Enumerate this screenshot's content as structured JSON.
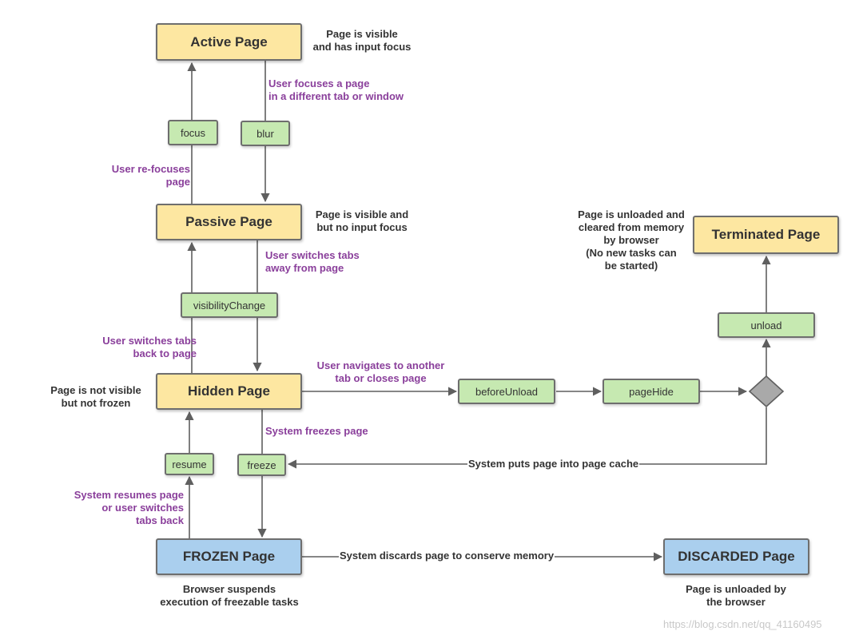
{
  "states": {
    "active": "Active Page",
    "passive": "Passive Page",
    "hidden": "Hidden Page",
    "frozen": "FROZEN Page",
    "discarded": "DISCARDED Page",
    "terminated": "Terminated Page"
  },
  "events": {
    "focus": "focus",
    "blur": "blur",
    "visibility_change": "visibilityChange",
    "resume": "resume",
    "freeze": "freeze",
    "before_unload": "beforeUnload",
    "page_hide": "pageHide",
    "unload": "unload"
  },
  "notes": {
    "active": "Page is visible\nand has input focus",
    "passive": "Page is visible and\nbut no input focus",
    "hidden": "Page is not visible\nbut not frozen",
    "terminated": "Page is unloaded and\ncleared from memory\nby browser\n(No new tasks can\nbe started)",
    "frozen": "Browser suspends\nexecution of freezable tasks",
    "discarded": "Page is unloaded by\nthe browser"
  },
  "triggers": {
    "blur": "User focuses a page\nin a different tab or window",
    "focus": "User re-focuses\npage",
    "hide": "User switches tabs\naway from page",
    "show": "User switches tabs\nback to page",
    "navigate": "User navigates to another\ntab or closes page",
    "freeze": "System freezes page",
    "resume": "System resumes page\nor user switches\ntabs back"
  },
  "edge_labels": {
    "page_cache": "System puts page into page cache",
    "discard": "System discards page to conserve memory"
  },
  "colors": {
    "state_yellow": "#fde7a1",
    "state_blue": "#aacfee",
    "event_green": "#c6e9b1",
    "trigger_purple": "#8a3f9b",
    "line_gray": "#5f5f5f"
  },
  "watermark": "https://blog.csdn.net/qq_41160495"
}
